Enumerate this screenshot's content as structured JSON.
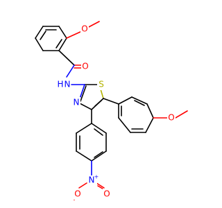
{
  "colors": {
    "background": "#ffffff",
    "carbon_bond": "#000000",
    "oxygen": "#ff0000",
    "nitrogen": "#0000ff",
    "sulfur": "#b3b300"
  },
  "atoms": {
    "o_methoxy_top": "O",
    "o_carbonyl": "O",
    "n_amide": "N",
    "h_amide": "H",
    "s_thiazole": "S",
    "n_thiazole": "N",
    "o_methoxy_right": "O",
    "n_nitro": "N",
    "n_nitro_charge": "+",
    "o_nitro_left": "O",
    "o_nitro_left_charge": "-",
    "o_nitro_right": "O"
  }
}
